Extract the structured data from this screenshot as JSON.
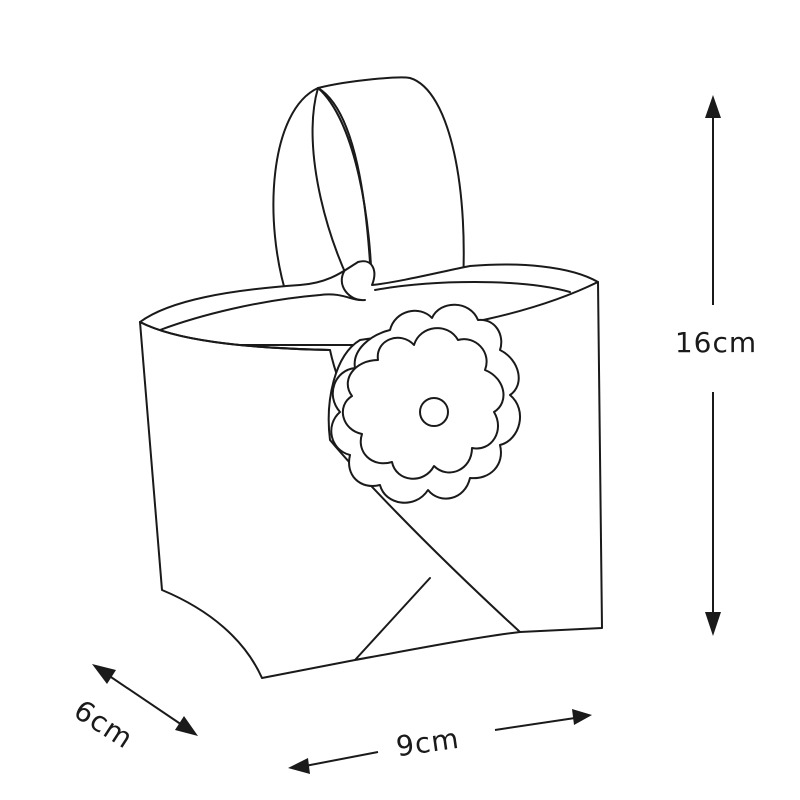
{
  "dimensions": {
    "height_label": "16cm",
    "width_label": "9cm",
    "depth_label": "6cm"
  },
  "colors": {
    "stroke": "#1a1a1a",
    "background": "#ffffff"
  },
  "icons": [
    "flower-icon",
    "basket-icon"
  ]
}
